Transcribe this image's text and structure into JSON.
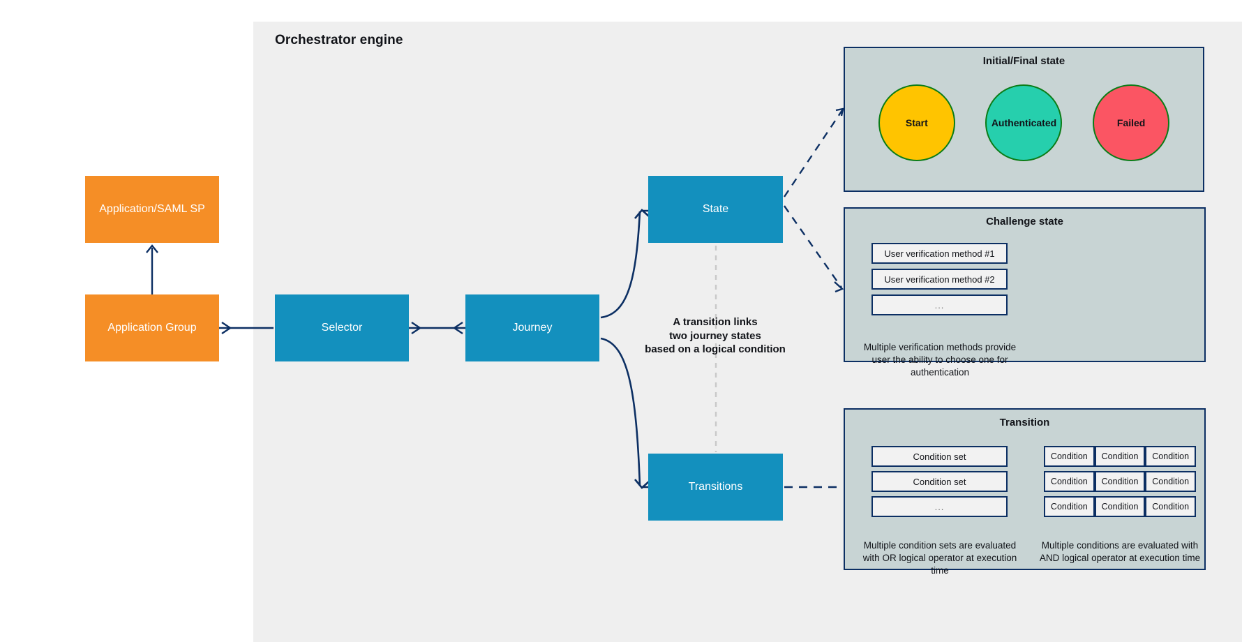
{
  "engine": {
    "title": "Orchestrator engine"
  },
  "nodes": {
    "app_saml_sp": "Application/SAML SP",
    "application_group": "Application Group",
    "selector": "Selector",
    "journey": "Journey",
    "state": "State",
    "transitions": "Transitions"
  },
  "annotation": {
    "line1": "A transition links",
    "line2": "two journey states",
    "line3": "based on a logical condition"
  },
  "panels": {
    "initial_final": {
      "title": "Initial/Final state",
      "circles": [
        {
          "label": "Start",
          "fill": "#ffc400",
          "stroke": "#0b7c17"
        },
        {
          "label": "Authenticated",
          "fill": "#26cfad",
          "stroke": "#0b7c17"
        },
        {
          "label": "Failed",
          "fill": "#fb5563",
          "stroke": "#0b7c17"
        }
      ]
    },
    "challenge_state": {
      "title": "Challenge state",
      "methods": [
        "User verification method #1",
        "User verification method #2",
        "..."
      ],
      "note": "Multiple verification methods provide user the ability to choose one for authentication"
    },
    "transition": {
      "title": "Transition",
      "condition_sets": [
        "Condition set",
        "Condition set",
        "..."
      ],
      "condition_sets_note": "Multiple condition sets are evaluated with OR logical operator at execution time",
      "condition_grid": [
        [
          "Condition",
          "Condition",
          "Condition"
        ],
        [
          "Condition",
          "Condition",
          "Condition"
        ],
        [
          "Condition",
          "Condition",
          "Condition"
        ]
      ],
      "conditions_note": "Multiple conditions are evaluated with AND logical operator at execution time"
    }
  },
  "colors": {
    "orange": "#f58e26",
    "blue": "#1390be",
    "panel_bg": "#c8d4d4",
    "panel_border": "#0c2f63",
    "engine_bg": "#efefef",
    "connector": "#0c2f63",
    "dashed_gray": "#c9c9c9"
  }
}
